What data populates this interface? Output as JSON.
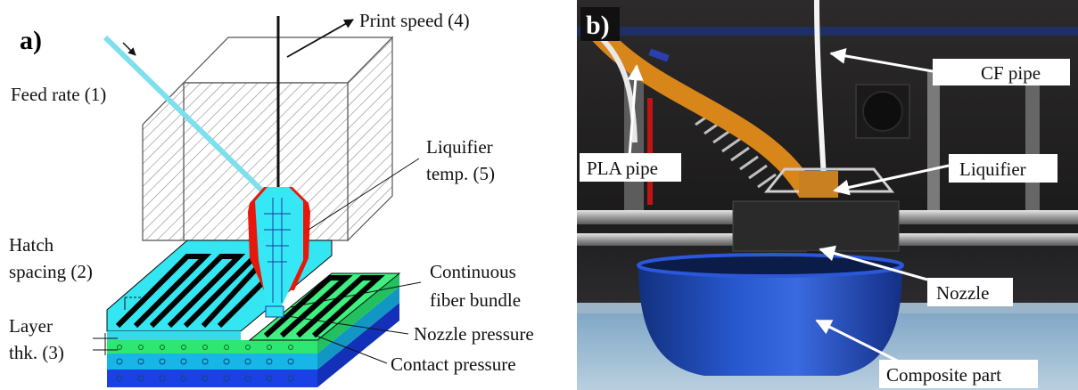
{
  "panel_a": {
    "tag": "a)",
    "labels": {
      "feed_rate": "Feed rate (1)",
      "print_speed": "Print speed (4)",
      "liquifier_1": "Liquifier",
      "liquifier_2": "temp. (5)",
      "hatch_1": "Hatch",
      "hatch_2": "spacing (2)",
      "layer_1": "Layer",
      "layer_2": "thk. (3)",
      "fiber_1": "Continuous",
      "fiber_2": "fiber bundle",
      "nozzle_pressure": "Nozzle pressure",
      "contact_pressure": "Contact pressure"
    }
  },
  "panel_b": {
    "tag": "b)",
    "labels": {
      "cf_pipe": "CF pipe",
      "pla_pipe": "PLA pipe",
      "liquifier": "Liquifier",
      "nozzle": "Nozzle",
      "composite_part": "Composite part"
    }
  },
  "colors": {
    "fiber_cyan": "#7ee0ee",
    "liquifier_red": "#e8170c",
    "layer_top": "#33e6f2",
    "layer_green": "#2ee672",
    "layer_blue": "#1a40e6",
    "bowl_blue": "#1f4fd0"
  }
}
